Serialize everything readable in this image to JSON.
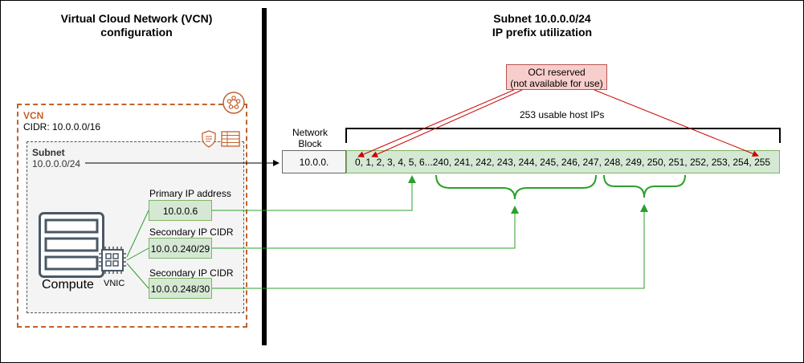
{
  "left_title_line1": "Virtual Cloud Network (VCN)",
  "left_title_line2": "configuration",
  "right_title_line1": "Subnet 10.0.0.0/24",
  "right_title_line2": "IP prefix utilization",
  "vcn": {
    "label": "VCN",
    "cidr": "CIDR: 10.0.0.0/16"
  },
  "subnet": {
    "label": "Subnet",
    "cidr": "10.0.0.0/24"
  },
  "compute_label": "Compute",
  "vnic_label": "VNIC",
  "primary_ip": {
    "label": "Primary IP address",
    "value": "10.0.0.6"
  },
  "secondary_ip_1": {
    "label": "Secondary IP CIDR",
    "value": "10.0.0.240/29"
  },
  "secondary_ip_2": {
    "label": "Secondary IP CIDR",
    "value": "10.0.0.248/30"
  },
  "network_block": {
    "label_line1": "Network",
    "label_line2": "Block",
    "value": "10.0.0."
  },
  "usable_hosts_label": "253 usable host IPs",
  "host_ips_text": "0, 1, 2, 3, 4, 5, 6...240, 241, 242, 243, 244, 245, 246, 247, 248, 249, 250, 251, 252, 253, 254, 255",
  "oci_reserved": {
    "line1": "OCI reserved",
    "line2": "(not available for use)"
  },
  "colors": {
    "vcn_border": "#c0622f",
    "green_fill": "#d5e8d4",
    "green_line": "#2ca02c",
    "red_fill": "#f8cecc",
    "red_line": "#cc0000"
  },
  "icons": [
    "vcn-network-icon",
    "security-list-icon",
    "route-table-icon",
    "compute-server-icon",
    "vnic-icon"
  ]
}
